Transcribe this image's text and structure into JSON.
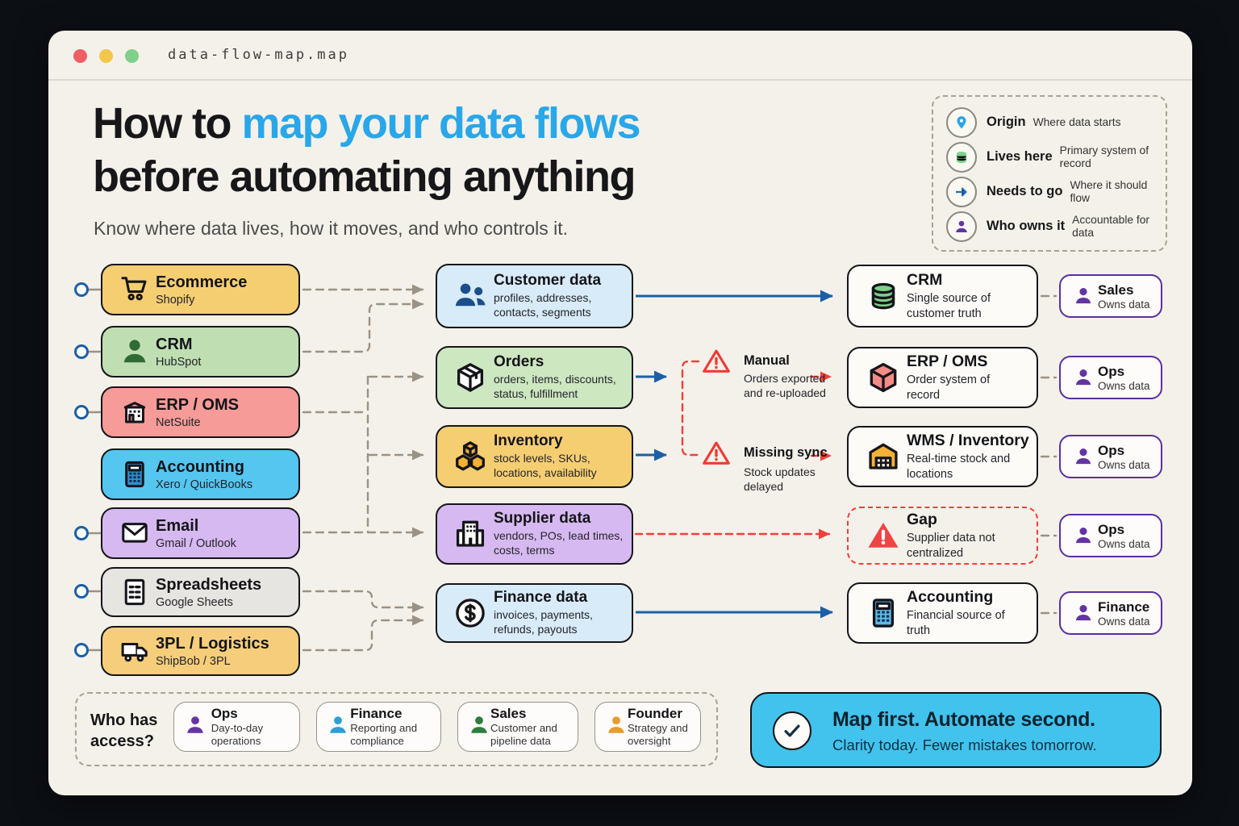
{
  "window": {
    "title": "data-flow-map.map"
  },
  "header": {
    "title_prefix": "How to ",
    "title_highlight": "map your data flows",
    "title_line2": "before automating anything",
    "subtitle": "Know where data lives, how it moves, and who controls it."
  },
  "legend": {
    "items": [
      {
        "icon": "pin-icon",
        "label": "Origin",
        "desc": "Where data starts"
      },
      {
        "icon": "database-icon",
        "label": "Lives here",
        "desc": "Primary system of record"
      },
      {
        "icon": "arrow-right-icon",
        "label": "Needs to go",
        "desc": "Where it should flow"
      },
      {
        "icon": "person-icon",
        "label": "Who owns it",
        "desc": "Accountable for data"
      }
    ]
  },
  "sources": [
    {
      "title": "Ecommerce",
      "subtitle": "Shopify",
      "icon": "cart-icon",
      "color": "#f6ce72"
    },
    {
      "title": "CRM",
      "subtitle": "HubSpot",
      "icon": "person-icon",
      "color": "#bfdfb2"
    },
    {
      "title": "ERP / OMS",
      "subtitle": "NetSuite",
      "icon": "building-icon",
      "color": "#f69b98"
    },
    {
      "title": "Accounting",
      "subtitle": "Xero / QuickBooks",
      "icon": "calculator-icon",
      "color": "#55c6f0"
    },
    {
      "title": "Email",
      "subtitle": "Gmail / Outlook",
      "icon": "envelope-icon",
      "color": "#d6b9f1"
    },
    {
      "title": "Spreadsheets",
      "subtitle": "Google Sheets",
      "icon": "spreadsheet-icon",
      "color": "#e7e5e1"
    },
    {
      "title": "3PL / Logistics",
      "subtitle": "ShipBob / 3PL",
      "icon": "truck-icon",
      "color": "#f6ce7b"
    }
  ],
  "data_types": [
    {
      "title": "Customer data",
      "desc": "profiles, addresses, contacts, segments",
      "icon": "people-icon",
      "color": "#d8ebf9"
    },
    {
      "title": "Orders",
      "desc": "orders, items, discounts, status, fulfillment",
      "icon": "package-icon",
      "color": "#cde7c1"
    },
    {
      "title": "Inventory",
      "desc": "stock levels, SKUs, locations, availability",
      "icon": "cubes-icon",
      "color": "#f6ce72"
    },
    {
      "title": "Supplier data",
      "desc": "vendors, POs, lead times, costs, terms",
      "icon": "factory-icon",
      "color": "#d6b9f1"
    },
    {
      "title": "Finance data",
      "desc": "invoices, payments, refunds, payouts",
      "icon": "dollar-icon",
      "color": "#d8ebf9"
    }
  ],
  "warnings": [
    {
      "title": "Manual",
      "desc": "Orders exported and re-uploaded",
      "icon": "warning-triangle-icon"
    },
    {
      "title": "Missing sync",
      "desc": "Stock updates delayed",
      "icon": "warning-triangle-icon"
    }
  ],
  "destinations": [
    {
      "title": "CRM",
      "desc": "Single source of customer truth",
      "icon": "database-icon"
    },
    {
      "title": "ERP / OMS",
      "desc": "Order system of record",
      "icon": "cube-icon"
    },
    {
      "title": "WMS / Inventory",
      "desc": "Real-time stock and locations",
      "icon": "warehouse-icon"
    },
    {
      "title": "Gap",
      "desc": "Supplier data not centralized",
      "icon": "warning-filled-icon"
    },
    {
      "title": "Accounting",
      "desc": "Financial source of truth",
      "icon": "calculator-icon"
    }
  ],
  "owners": [
    {
      "name": "Sales",
      "role": "Owns data"
    },
    {
      "name": "Ops",
      "role": "Owns data"
    },
    {
      "name": "Ops",
      "role": "Owns data"
    },
    {
      "name": "Ops",
      "role": "Owns data"
    },
    {
      "name": "Finance",
      "role": "Owns data"
    }
  ],
  "access": {
    "label": "Who has access?",
    "roles": [
      {
        "title": "Ops",
        "desc": "Day-to-day operations",
        "color": "#6434a3"
      },
      {
        "title": "Finance",
        "desc": "Reporting and compliance",
        "color": "#2d9fd8"
      },
      {
        "title": "Sales",
        "desc": "Customer and pipeline data",
        "color": "#2e7d3a"
      },
      {
        "title": "Founder",
        "desc": "Strategy and oversight",
        "color": "#e89b2f"
      }
    ]
  },
  "callout": {
    "title": "Map first. Automate second.",
    "subtitle": "Clarity today. Fewer mistakes tomorrow."
  },
  "colors": {
    "accent_blue": "#29a7e9",
    "arrow_blue": "#1c5fa6",
    "connector_gray": "#9a9285",
    "warning_red": "#f23f39",
    "owner_purple": "#5b2fa0",
    "callout_cyan": "#41c3ee",
    "window_bg": "#f4f1ea",
    "page_bg": "#0c0f14"
  }
}
